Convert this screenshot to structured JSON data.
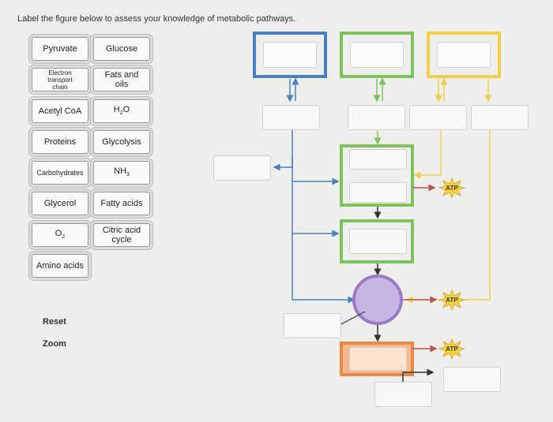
{
  "instruction": "Label the figure below to assess your knowledge of metabolic pathways.",
  "labels": [
    {
      "id": "pyruvate",
      "text": "Pyruvate"
    },
    {
      "id": "glucose",
      "text": "Glucose"
    },
    {
      "id": "electron-transport-chain",
      "line1": "Electron",
      "line2": "transport",
      "line3": "chain"
    },
    {
      "id": "fats-and-oils",
      "line1": "Fats and",
      "line2": "oils"
    },
    {
      "id": "acetyl-coa",
      "text": "Acetyl CoA"
    },
    {
      "id": "water",
      "base": "H",
      "sub": "2",
      "tail": "O"
    },
    {
      "id": "proteins",
      "text": "Proteins"
    },
    {
      "id": "glycolysis",
      "text": "Glycolysis"
    },
    {
      "id": "carbohydrates",
      "text": "Carbohydrates"
    },
    {
      "id": "ammonia",
      "base": "NH",
      "sub": "3"
    },
    {
      "id": "glycerol",
      "text": "Glycerol"
    },
    {
      "id": "fatty-acids",
      "text": "Fatty acids"
    },
    {
      "id": "oxygen",
      "base": "O",
      "sub": "2"
    },
    {
      "id": "citric-acid-cycle",
      "line1": "Citric acid",
      "line2": "cycle"
    },
    {
      "id": "amino-acids",
      "text": "Amino acids"
    }
  ],
  "controls": {
    "reset": "Reset",
    "zoom": "Zoom"
  },
  "atp": [
    "ATP",
    "ATP",
    "ATP"
  ],
  "colors": {
    "blue": "#4a7fc1",
    "green": "#7dc25d",
    "yellow": "#f0cf4a",
    "orange": "#e8894a",
    "purple": "#9b7bc9",
    "red_arrow": "#c0504d",
    "starburst": "#f5d33c"
  }
}
